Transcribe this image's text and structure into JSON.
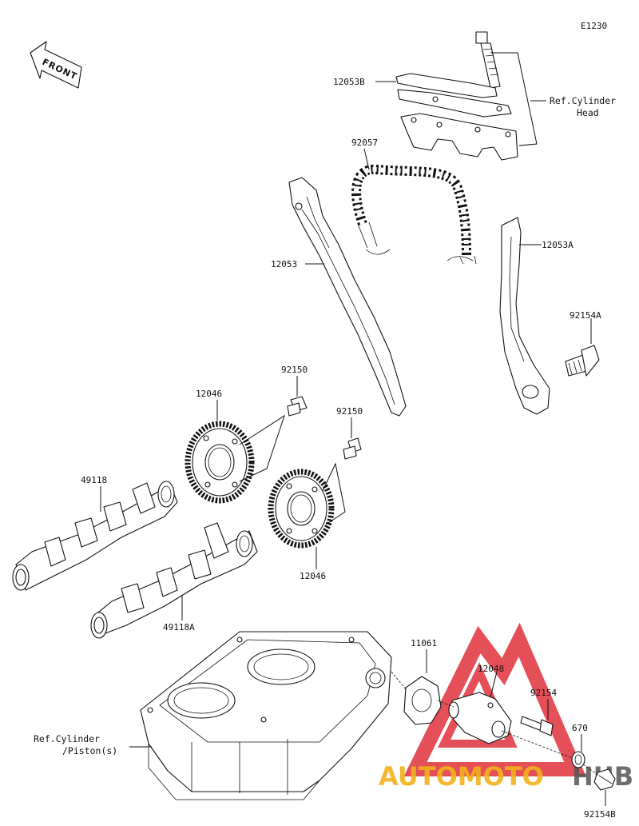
{
  "diagram_code": "E1230",
  "front_badge": "FRONT",
  "labels": {
    "p12053B": "12053B",
    "ref_cyl_head_1": "Ref.Cylinder",
    "ref_cyl_head_2": "Head",
    "p92057": "92057",
    "p12053": "12053",
    "p12053A": "12053A",
    "p92154A": "92154A",
    "p92150_a": "92150",
    "p12046_a": "12046",
    "p92150_b": "92150",
    "p49118": "49118",
    "p12046_b": "12046",
    "p49118A": "49118A",
    "p11061": "11061",
    "p12048": "12048",
    "p92154": "92154",
    "p670": "670",
    "ref_cyl_piston_1": "Ref.Cylinder",
    "ref_cyl_piston_2": "/Piston(s)",
    "p92154B": "92154B"
  },
  "watermark": {
    "text_a": "AUTOMOTO",
    "text_b": "HUB",
    "color_triangle": "#e0303a",
    "color_text": "#f2b21b",
    "color_hub": "#555555"
  }
}
